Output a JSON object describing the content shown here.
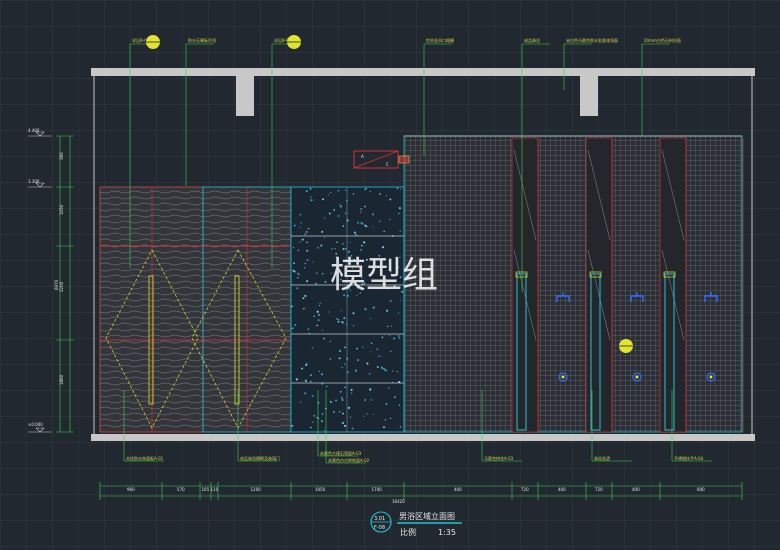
{
  "drawing": {
    "watermark": "模型组",
    "title": "男浴区域立面图",
    "scale_label": "比例",
    "scale_value": "1:35",
    "index_code": "3.01",
    "sheet_code": "F-08"
  },
  "colors": {
    "background": "#212830",
    "frame": "#c8c8c8",
    "line_green": "#39d353",
    "line_cyan": "#1fc4d8",
    "line_red": "#e0343a",
    "line_yellow": "#e2e230"
  },
  "levels": [
    "4.400",
    "3.300",
    "±0.000"
  ],
  "dimensions_bottom": [
    "960",
    "570",
    "165",
    "110",
    "1200",
    "1050",
    "1700",
    "400",
    "720",
    "400",
    "720",
    "400",
    "600"
  ],
  "dimension_total": "16420",
  "dimension_left": "6970",
  "dimensions_left": [
    "360",
    "1050",
    "2200",
    "1860",
    "1070"
  ],
  "callouts_top": [
    "详见B-01",
    "防水石膏板吊顶",
    "详见B-01",
    "铝合金风口格栅",
    "成品淋浴",
    "米白色马赛克防水乳胶漆顶面",
    "20mm白色石材台面"
  ],
  "callouts_bottom": [
    "木纹防水饰面板A-01",
    "成品淋浴隔断及玻璃门",
    "米黄色大理石墙面A-03",
    "米黄色仿古砖地面A-02",
    "马赛克拼花A-03",
    "淋浴花洒",
    "不锈钢扶手A-04"
  ]
}
